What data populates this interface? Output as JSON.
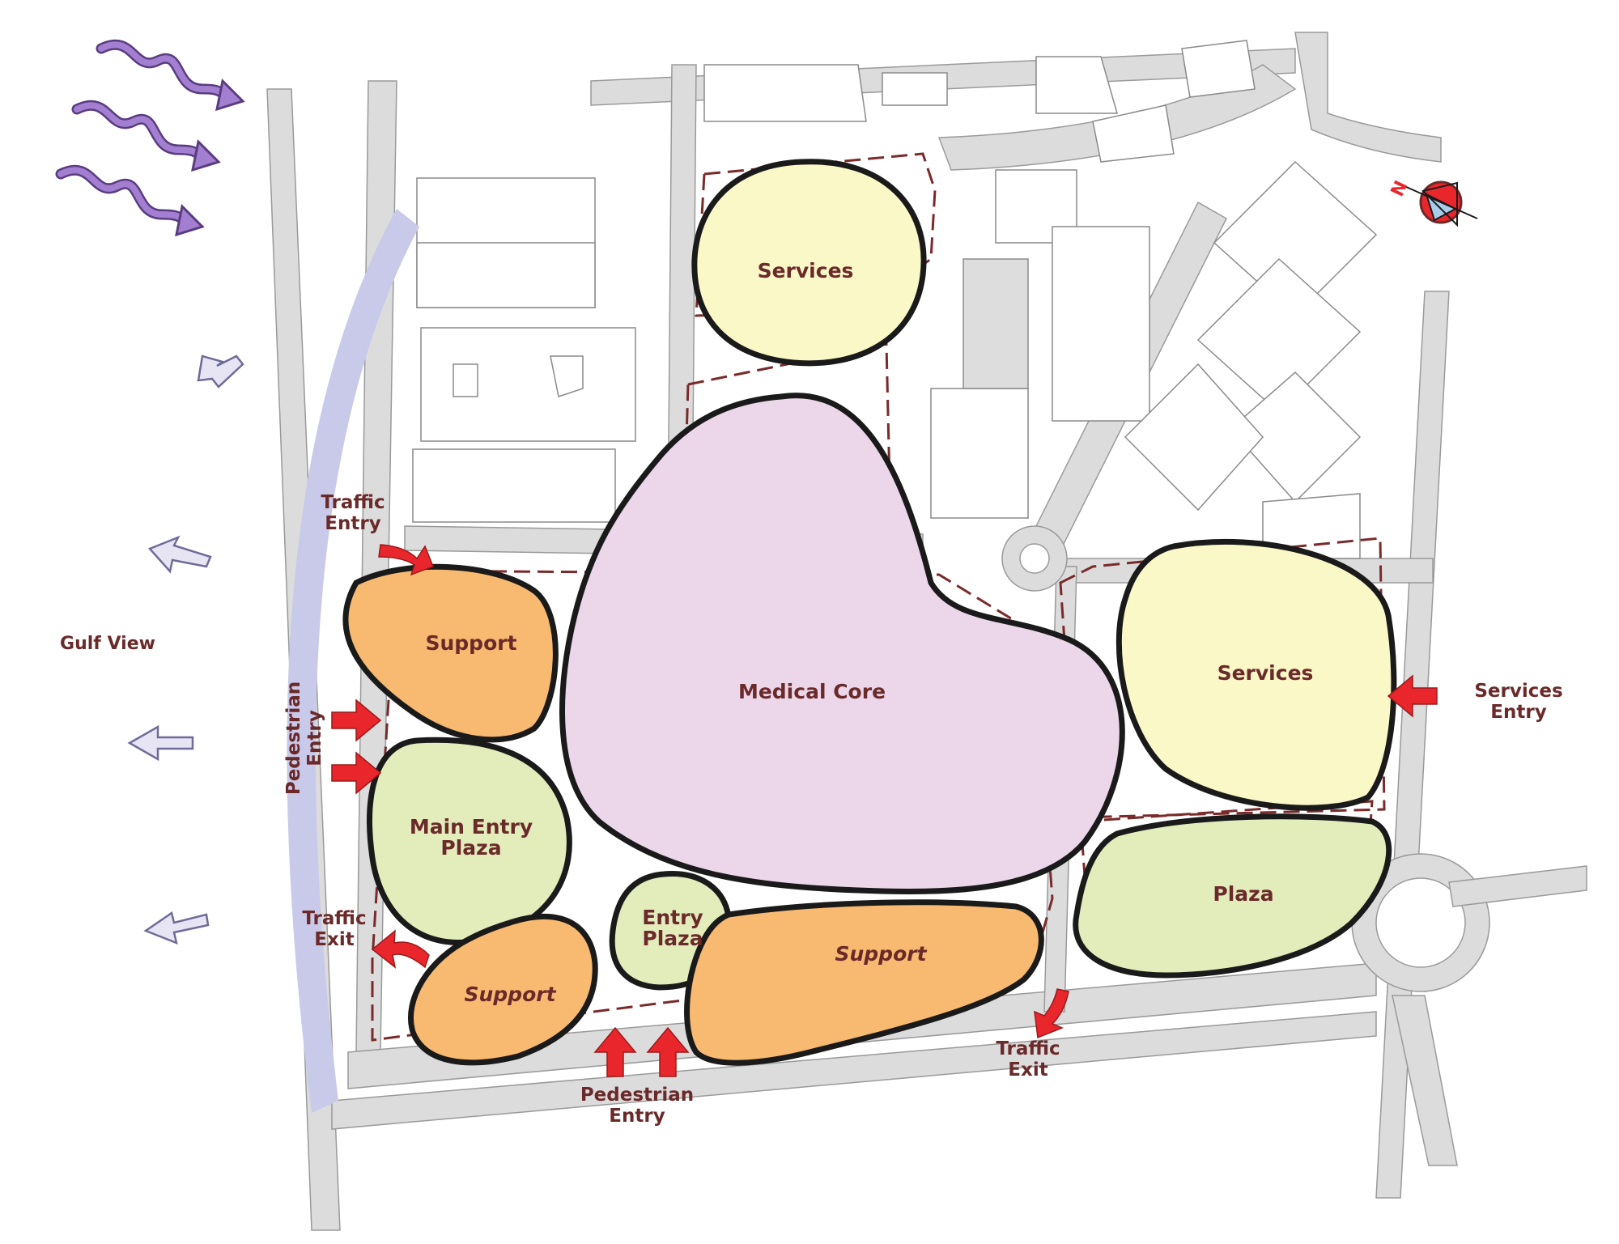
{
  "zones": {
    "services_north": "Services",
    "medical_core": "Medical Core",
    "support_west": "Support",
    "main_entry_plaza_line1": "Main Entry",
    "main_entry_plaza_line2": "Plaza",
    "services_east": "Services",
    "plaza_east": "Plaza",
    "entry_plaza_line1": "Entry",
    "entry_plaza_line2": "Plaza",
    "support_south": "Support",
    "support_southwest": "Support"
  },
  "annotations": {
    "gulf_view": "Gulf View",
    "traffic_entry_line1": "Traffic",
    "traffic_entry_line2": "Entry",
    "traffic_exit_west_line1": "Traffic",
    "traffic_exit_west_line2": "Exit",
    "traffic_exit_south_line1": "Traffic",
    "traffic_exit_south_line2": "Exit",
    "pedestrian_entry_west_line1": "Pedestrian",
    "pedestrian_entry_west_line2": "Entry",
    "pedestrian_entry_south_line1": "Pedestrian",
    "pedestrian_entry_south_line2": "Entry",
    "services_entry_line1": "Services",
    "services_entry_line2": "Entry",
    "north_marker": "N"
  },
  "colors": {
    "services": "#fbf8c8",
    "medical_core": "#ecd7ea",
    "support": "#f8b971",
    "plaza": "#e3ecbb",
    "label": "#6b2a2a",
    "arrow": "#e8262c",
    "gulf_band": "#c9c9ea"
  }
}
